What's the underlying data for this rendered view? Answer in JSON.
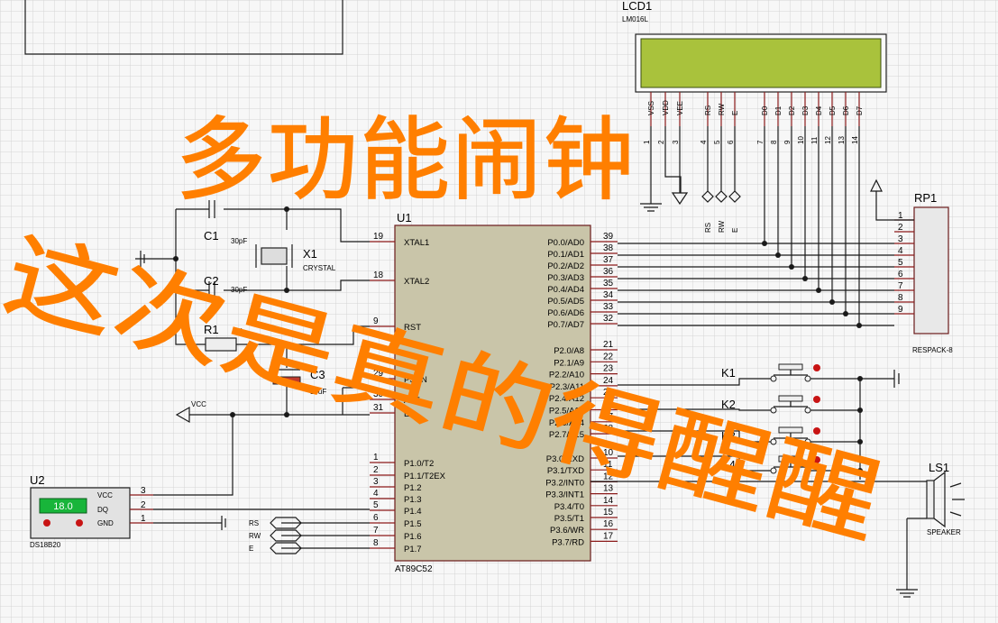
{
  "overlay": {
    "line1": "多功能闹钟",
    "line2": "这次是真的得醒醒"
  },
  "lcd": {
    "ref": "LCD1",
    "part": "LM016L",
    "pins": [
      "VSS",
      "VDD",
      "VEE",
      "RS",
      "RW",
      "E",
      "D0",
      "D1",
      "D2",
      "D3",
      "D4",
      "D5",
      "D6",
      "D7"
    ],
    "pin_numbers": [
      "1",
      "2",
      "3",
      "4",
      "5",
      "6",
      "7",
      "8",
      "9",
      "10",
      "11",
      "12",
      "13",
      "14"
    ],
    "bus_labels": [
      "RS",
      "RW",
      "E"
    ]
  },
  "mcu": {
    "ref": "U1",
    "part": "AT89C52",
    "left_pins": [
      {
        "num": "19",
        "name": "XTAL1"
      },
      {
        "num": "18",
        "name": "XTAL2"
      },
      {
        "num": "9",
        "name": "RST"
      },
      {
        "num": "29",
        "name": "PSEN"
      },
      {
        "num": "30",
        "name": "ALE"
      },
      {
        "num": "31",
        "name": "EA"
      },
      {
        "num": "1",
        "name": "P1.0/T2"
      },
      {
        "num": "2",
        "name": "P1.1/T2EX"
      },
      {
        "num": "3",
        "name": "P1.2"
      },
      {
        "num": "4",
        "name": "P1.3"
      },
      {
        "num": "5",
        "name": "P1.4"
      },
      {
        "num": "6",
        "name": "P1.5"
      },
      {
        "num": "7",
        "name": "P1.6"
      },
      {
        "num": "8",
        "name": "P1.7"
      }
    ],
    "right_pins": [
      {
        "num": "39",
        "name": "P0.0/AD0"
      },
      {
        "num": "38",
        "name": "P0.1/AD1"
      },
      {
        "num": "37",
        "name": "P0.2/AD2"
      },
      {
        "num": "36",
        "name": "P0.3/AD3"
      },
      {
        "num": "35",
        "name": "P0.4/AD4"
      },
      {
        "num": "34",
        "name": "P0.5/AD5"
      },
      {
        "num": "33",
        "name": "P0.6/AD6"
      },
      {
        "num": "32",
        "name": "P0.7/AD7"
      },
      {
        "num": "21",
        "name": "P2.0/A8"
      },
      {
        "num": "22",
        "name": "P2.1/A9"
      },
      {
        "num": "23",
        "name": "P2.2/A10"
      },
      {
        "num": "24",
        "name": "P2.3/A11"
      },
      {
        "num": "25",
        "name": "P2.4/A12"
      },
      {
        "num": "26",
        "name": "P2.5/A13"
      },
      {
        "num": "27",
        "name": "P2.6/A14"
      },
      {
        "num": "28",
        "name": "P2.7/A15"
      },
      {
        "num": "10",
        "name": "P3.0/RXD"
      },
      {
        "num": "11",
        "name": "P3.1/TXD"
      },
      {
        "num": "12",
        "name": "P3.2/INT0"
      },
      {
        "num": "13",
        "name": "P3.3/INT1"
      },
      {
        "num": "14",
        "name": "P3.4/T0"
      },
      {
        "num": "15",
        "name": "P3.5/T1"
      },
      {
        "num": "16",
        "name": "P3.6/WR"
      },
      {
        "num": "17",
        "name": "P3.7/RD"
      }
    ]
  },
  "passives": {
    "c1_ref": "C1",
    "c1_val": "30pF",
    "c2_ref": "C2",
    "c2_val": "30pF",
    "x1_ref": "X1",
    "x1_val": "CRYSTAL",
    "r1_ref": "R1",
    "r1_val": "10k",
    "c3_ref": "C3",
    "c3_val": "10uF",
    "vcc_label": "VCC"
  },
  "rp1": {
    "ref": "RP1",
    "part": "RESPACK-8",
    "pins": [
      "1",
      "2",
      "3",
      "4",
      "5",
      "6",
      "7",
      "8",
      "9"
    ]
  },
  "keys": [
    "K1",
    "K2",
    "K3",
    "K4"
  ],
  "speaker": {
    "ref": "LS1",
    "part": "SPEAKER"
  },
  "sensor": {
    "ref": "U2",
    "part": "DS18B20",
    "reading": "18.0",
    "pins": [
      {
        "name": "VCC",
        "num": "3"
      },
      {
        "name": "DQ",
        "num": "2"
      },
      {
        "name": "GND",
        "num": "1"
      }
    ]
  },
  "p1_bus": [
    "RS",
    "RW",
    "E"
  ],
  "colors": {
    "overlay": "#ff7f00",
    "chip_body": "#c9c5a9",
    "lcd_screen": "#a9c23c",
    "pin_wire": "#8b1a1a",
    "key_dot": "#c81414",
    "sensor_display": "#18b53a"
  }
}
